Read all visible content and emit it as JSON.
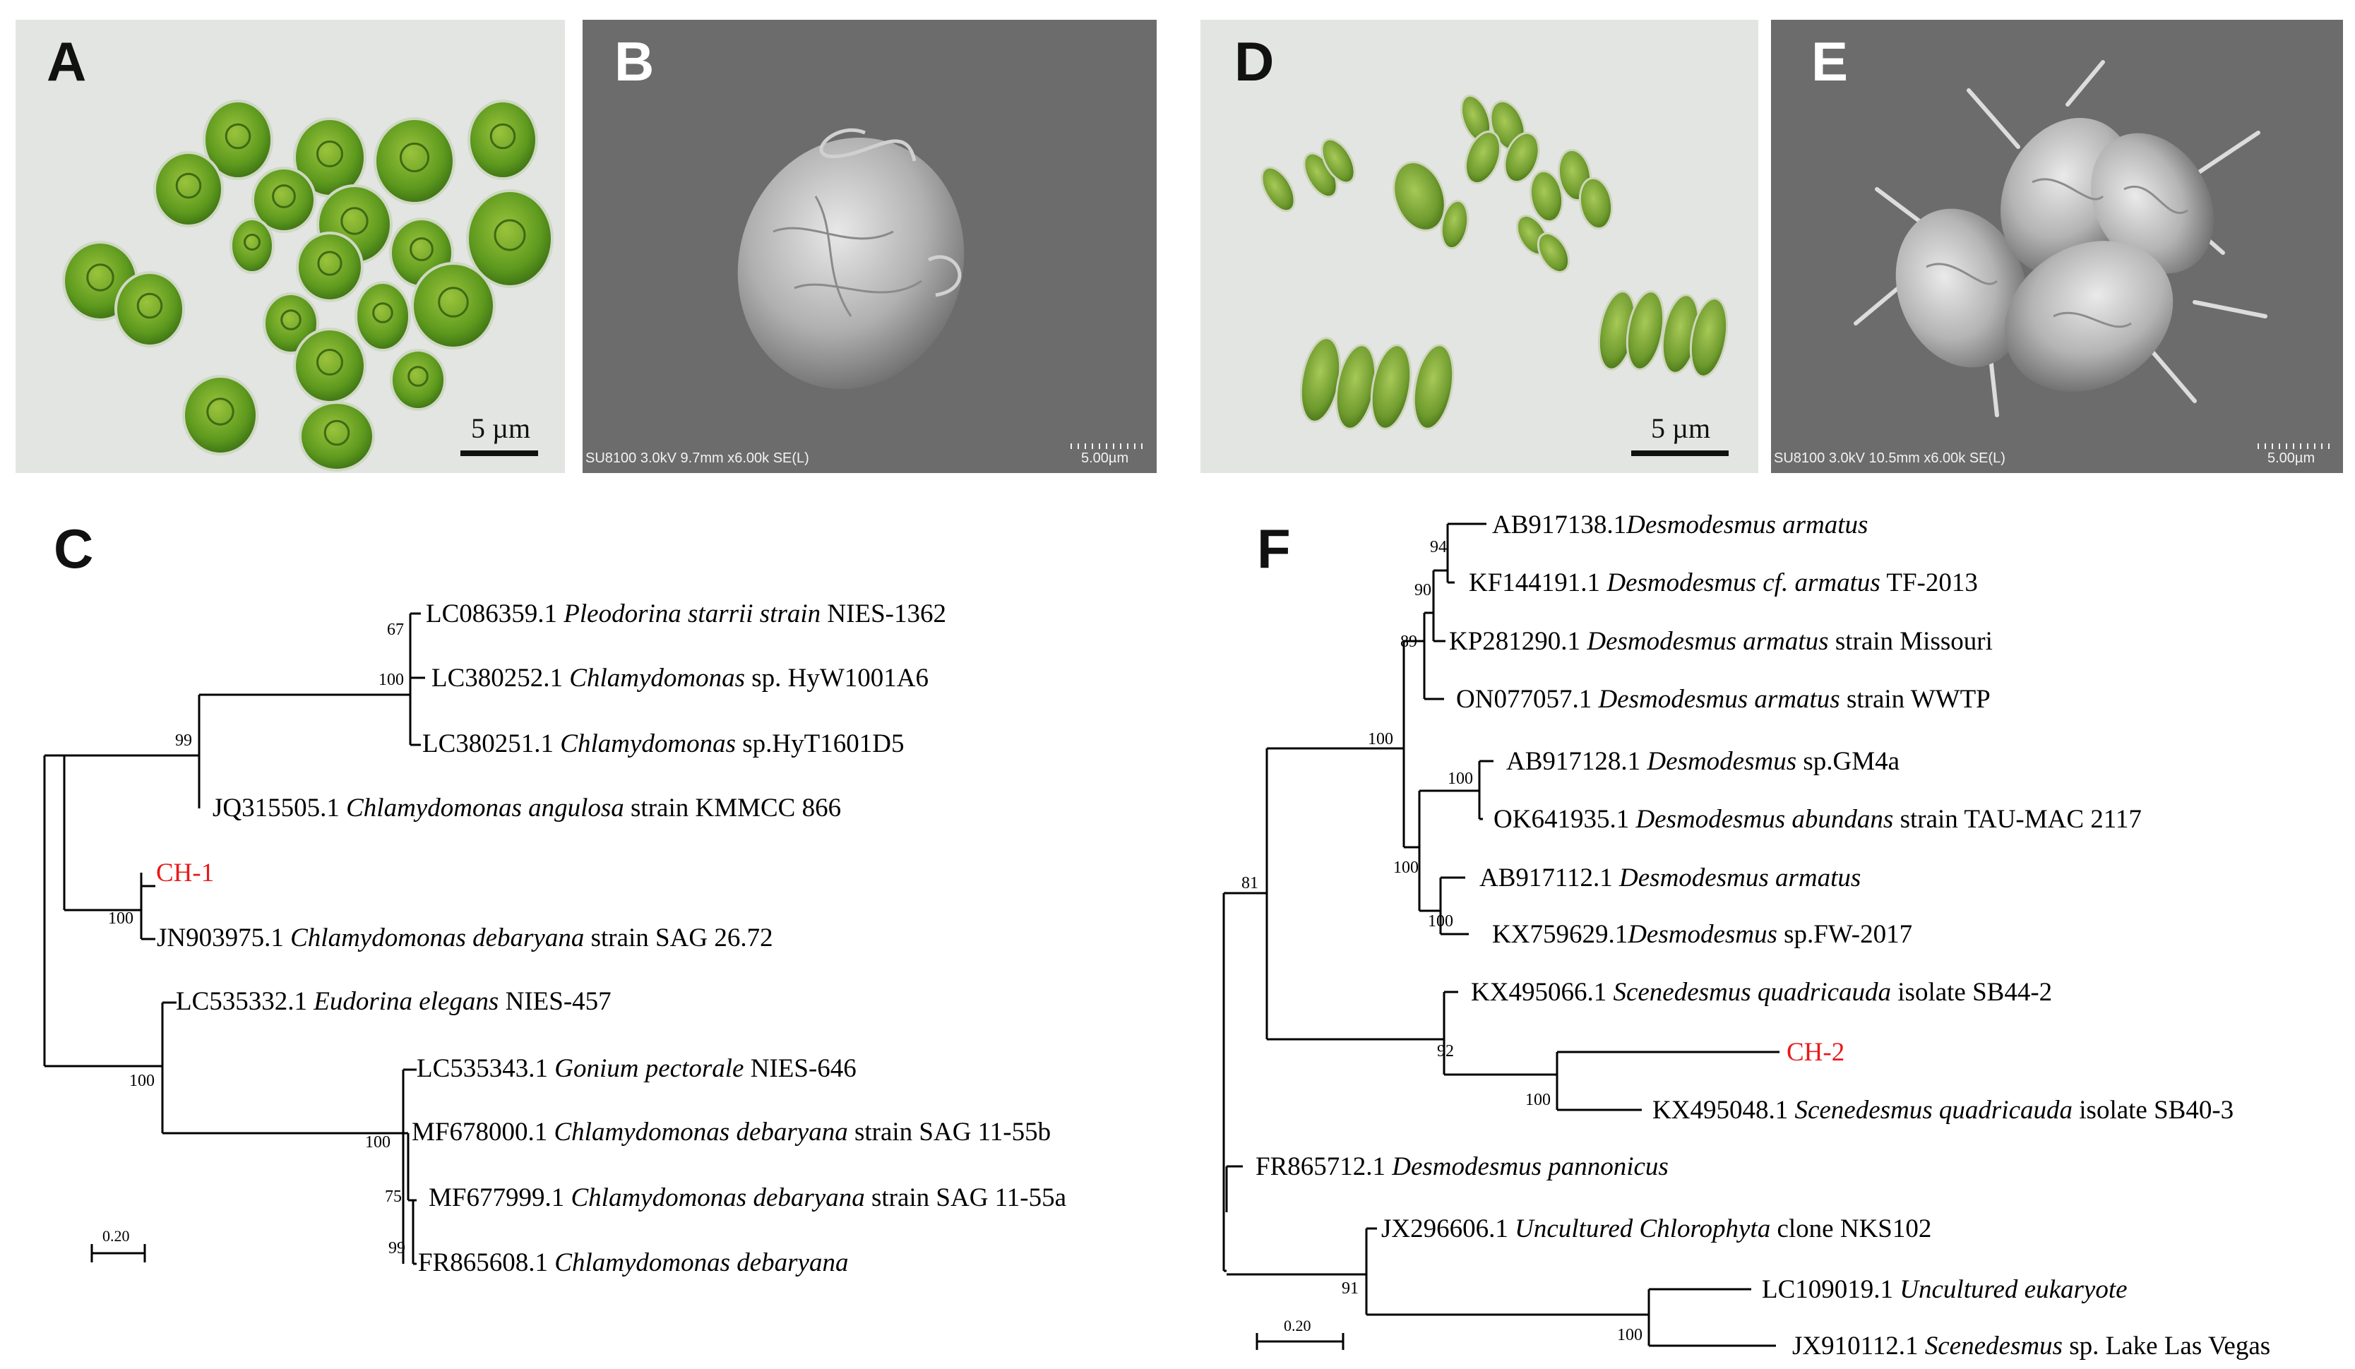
{
  "panels": {
    "A": {
      "letter": "A",
      "scale_label": "5 µm"
    },
    "B": {
      "letter": "B",
      "sem_info": "SU8100 3.0kV 9.7mm x6.00k SE(L)",
      "sem_scale": "5.00µm"
    },
    "C": {
      "letter": "C"
    },
    "D": {
      "letter": "D",
      "scale_label": "5 µm"
    },
    "E": {
      "letter": "E",
      "sem_info": "SU8100 3.0kV 10.5mm x6.00k SE(L)",
      "sem_scale": "5.00µm"
    },
    "F": {
      "letter": "F"
    }
  },
  "treeC": {
    "scale_label": "0.20",
    "highlight_color": "#e8191b",
    "leaves": [
      {
        "acc": "LC086359.1",
        "name": "Pleodorina starrii strain",
        "suffix": "NIES-1362"
      },
      {
        "acc": "LC380252.1",
        "name": "Chlamydomonas",
        "suffix": "sp. HyW1001A6"
      },
      {
        "acc": "LC380251.1",
        "name": "Chlamydomonas",
        "suffix": "sp.HyT1601D5"
      },
      {
        "acc": "JQ315505.1",
        "name": "Chlamydomonas angulosa",
        "suffix": "strain KMMCC 866"
      },
      {
        "acc": "CH-1",
        "name": "",
        "suffix": ""
      },
      {
        "acc": "JN903975.1",
        "name": "Chlamydomonas debaryana",
        "suffix": "strain SAG 26.72"
      },
      {
        "acc": "LC535332.1",
        "name": "Eudorina elegans",
        "suffix": "NIES-457"
      },
      {
        "acc": "LC535343.1",
        "name": "Gonium pectorale",
        "suffix": "NIES-646"
      },
      {
        "acc": "MF678000.1",
        "name": "Chlamydomonas debaryana",
        "suffix": "strain SAG 11-55b"
      },
      {
        "acc": "MF677999.1",
        "name": "Chlamydomonas debaryana",
        "suffix": "strain SAG 11-55a"
      },
      {
        "acc": "FR865608.1",
        "name": "Chlamydomonas debaryana",
        "suffix": ""
      }
    ],
    "bootstraps": [
      "67",
      "100",
      "99",
      "100",
      "100",
      "100",
      "75",
      "99"
    ]
  },
  "treeF": {
    "scale_label": "0.20",
    "highlight_color": "#e8191b",
    "leaves": [
      {
        "acc": "AB917138.1",
        "name": "Desmodesmus armatus",
        "suffix": ""
      },
      {
        "acc": "KF144191.1",
        "name": "Desmodesmus cf. armatus",
        "suffix": "TF-2013"
      },
      {
        "acc": "KP281290.1",
        "name": "Desmodesmus armatus",
        "suffix": "strain Missouri"
      },
      {
        "acc": "ON077057.1",
        "name": "Desmodesmus armatus",
        "suffix": "strain WWTP"
      },
      {
        "acc": "AB917128.1",
        "name": "Desmodesmus",
        "suffix": "sp.GM4a"
      },
      {
        "acc": "OK641935.1",
        "name": "Desmodesmus abundans",
        "suffix": "strain TAU-MAC 2117"
      },
      {
        "acc": "AB917112.1",
        "name": "Desmodesmus armatus",
        "suffix": ""
      },
      {
        "acc": "KX759629.1",
        "name": "Desmodesmus",
        "suffix": "sp.FW-2017"
      },
      {
        "acc": "KX495066.1",
        "name": "Scenedesmus quadricauda",
        "suffix": "isolate SB44-2"
      },
      {
        "acc": "CH-2",
        "name": "",
        "suffix": ""
      },
      {
        "acc": "KX495048.1",
        "name": "Scenedesmus quadricauda",
        "suffix": "isolate SB40-3"
      },
      {
        "acc": "FR865712.1",
        "name": "Desmodesmus pannonicus",
        "suffix": ""
      },
      {
        "acc": "JX296606.1",
        "name": "Uncultured Chlorophyta",
        "suffix": "clone NKS102"
      },
      {
        "acc": "LC109019.1",
        "name": "Uncultured eukaryote",
        "suffix": ""
      },
      {
        "acc": "JX910112.1",
        "name": "Scenedesmus",
        "suffix": "sp. Lake Las Vegas"
      }
    ],
    "bootstraps": [
      "94",
      "90",
      "89",
      "100",
      "100",
      "100",
      "100",
      "81",
      "92",
      "100",
      "91",
      "100"
    ]
  }
}
